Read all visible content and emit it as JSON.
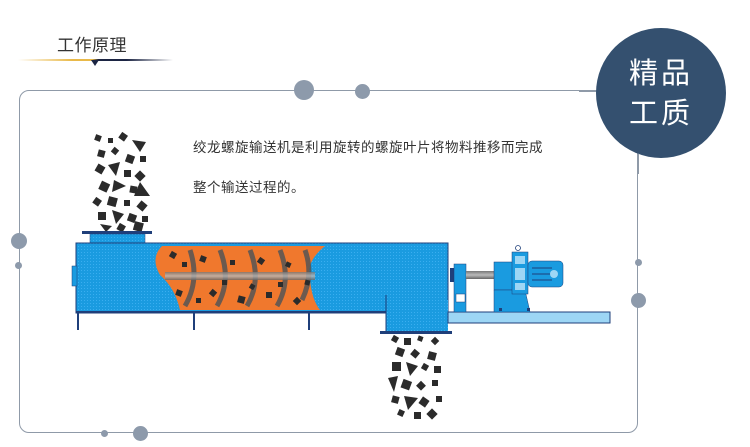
{
  "header": {
    "section_title": "工作原理"
  },
  "badge": {
    "line1": "精品",
    "line2": "工质"
  },
  "description": {
    "line1": "绞龙螺旋输送机是利用旋转的螺旋叶片将物料推移而完成",
    "line2": "整个输送过程的。"
  },
  "illustration": {
    "subject": "screw-conveyor-diagram",
    "colors": {
      "body": "#1a9be0",
      "body_outline": "#1f3f7a",
      "material": "#f0782d",
      "particles": "#2b2b2b",
      "base_plate": "#9dd6f5",
      "shaft": "#9a9a9a"
    }
  },
  "decor": {
    "frame_color": "#8f9aa8",
    "dot_color": "#8d9aab",
    "badge_color": "#34506f",
    "underline_gold": "#e9b949",
    "underline_navy": "#1c2543"
  }
}
